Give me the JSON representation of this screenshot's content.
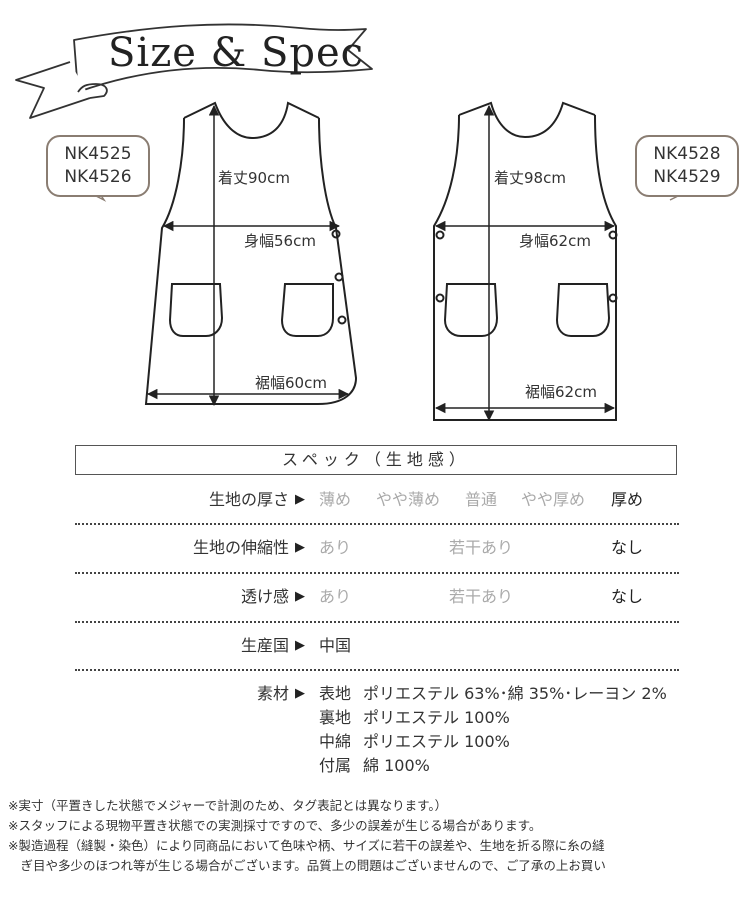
{
  "title": "Size & Spec",
  "models": {
    "left": {
      "codes": [
        "NK4525",
        "NK4526"
      ],
      "length": "着丈90cm",
      "body_width": "身幅56cm",
      "hem_width": "裾幅60cm"
    },
    "right": {
      "codes": [
        "NK4528",
        "NK4529"
      ],
      "length": "着丈98cm",
      "body_width": "身幅62cm",
      "hem_width": "裾幅62cm"
    }
  },
  "spec": {
    "header": "スペック（生地感）",
    "arrow": "▶",
    "rows": [
      {
        "label": "生地の厚さ",
        "options": [
          "薄め",
          "やや薄め",
          "普通",
          "やや厚め",
          "厚め"
        ],
        "selected": "厚め"
      },
      {
        "label": "生地の伸縮性",
        "options": [
          "あり",
          "若干あり",
          "なし"
        ],
        "selected": "なし"
      },
      {
        "label": "透け感",
        "options": [
          "あり",
          "若干あり",
          "なし"
        ],
        "selected": "なし"
      },
      {
        "label": "生産国",
        "value": "中国"
      }
    ],
    "material": {
      "label": "素材",
      "items": [
        {
          "part": "表地",
          "value": "ポリエステル 63%･綿 35%･レーヨン 2%"
        },
        {
          "part": "裏地",
          "value": "ポリエステル 100%"
        },
        {
          "part": "中綿",
          "value": "ポリエステル 100%"
        },
        {
          "part": "付属",
          "value": "綿 100%"
        }
      ]
    }
  },
  "notes": [
    "※実寸（平置きした状態でメジャーで計測のため、タグ表記とは異なります。）",
    "※スタッフによる現物平置き状態での実測採寸ですので、多少の誤差が生じる場合があります。",
    "※製造過程（縫製・染色）により同商品において色味や柄、サイズに若干の誤差や、生地を折る際に糸の縫",
    "　ぎ目や多少のほつれ等が生じる場合がございます。品質上の問題はございませんので、ご了承の上お買い"
  ],
  "colors": {
    "line": "#222222",
    "bubble_border": "#8a7d72",
    "muted_text": "#aaaaaa"
  }
}
